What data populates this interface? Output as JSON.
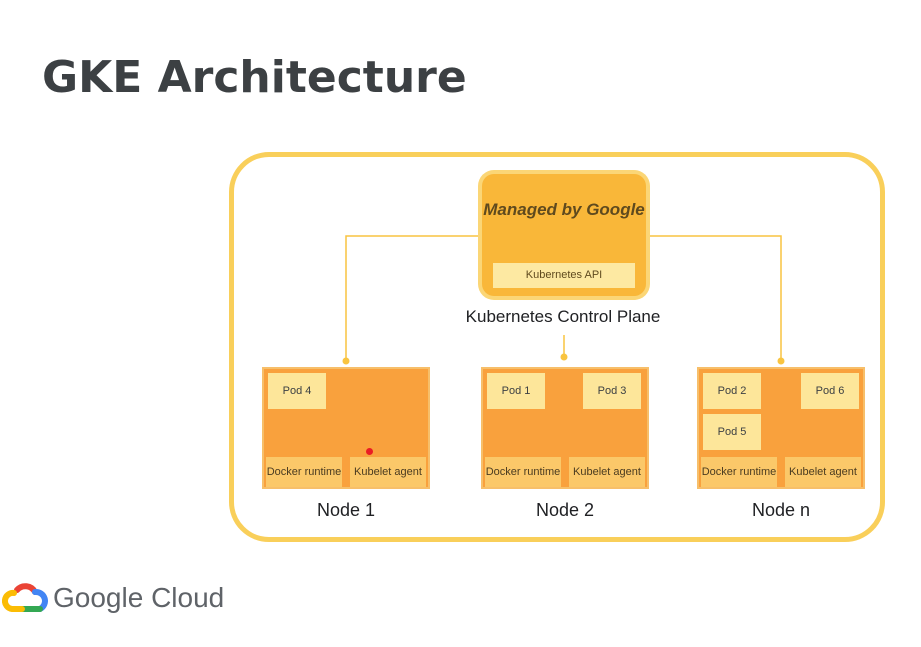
{
  "slide": {
    "title": "GKE Architecture"
  },
  "control_plane": {
    "heading": "Managed by Google",
    "api": "Kubernetes API",
    "label": "Kubernetes Control Plane"
  },
  "nodes": [
    {
      "label": "Node 1",
      "pods": [
        "Pod 4"
      ],
      "components": [
        "Docker runtime",
        "Kubelet agent"
      ]
    },
    {
      "label": "Node 2",
      "pods": [
        "Pod 1",
        "Pod 3"
      ],
      "components": [
        "Docker runtime",
        "Kubelet agent"
      ]
    },
    {
      "label": "Node n",
      "pods": [
        "Pod 2",
        "Pod 6",
        "Pod 5"
      ],
      "components": [
        "Docker runtime",
        "Kubelet agent"
      ]
    }
  ],
  "footer": {
    "brand": "Google Cloud",
    "logo_icon": "google-cloud-logo-icon"
  },
  "colors": {
    "frame": "#f9cf5a",
    "control_plane": "#f9b739",
    "node": "#f9a13d",
    "pod": "#fde69a",
    "component": "#fbc869",
    "title": "#3c4043",
    "red_marker": "#ea1c24"
  }
}
